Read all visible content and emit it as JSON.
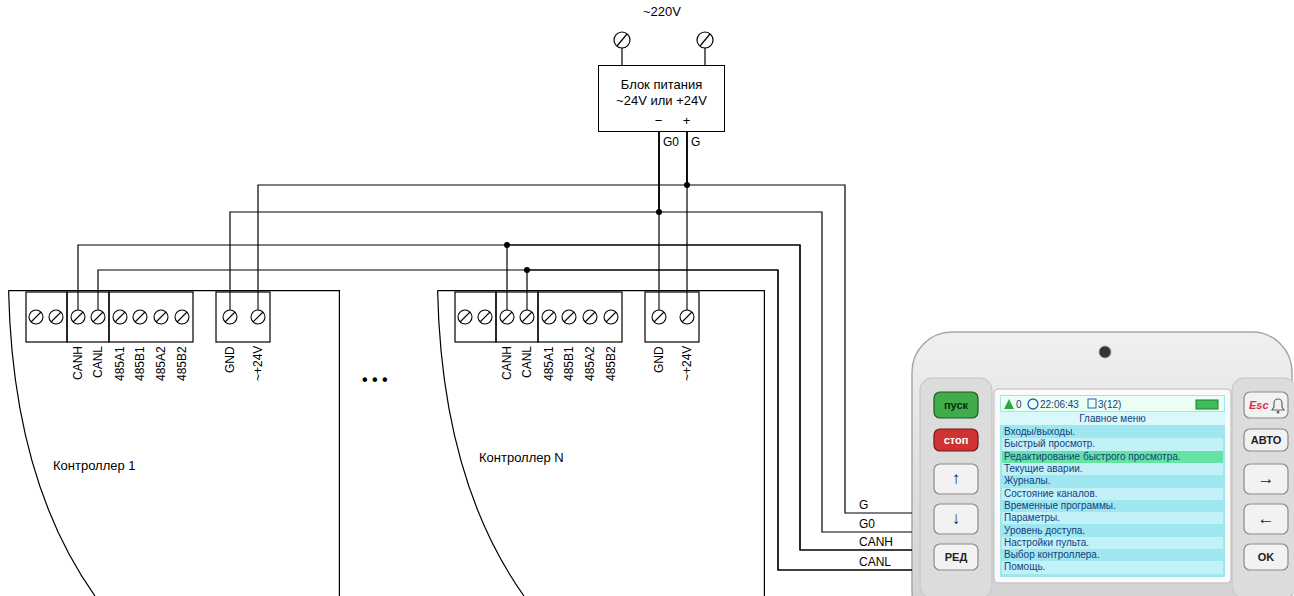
{
  "diagram": {
    "nodes": [
      {
        "text": [
          "Блок питания ~24V или +24V",
          "−",
          "+"
        ]
      },
      {
        "text": [
          "CANH",
          "CANL",
          "485A1",
          "485B1",
          "485A2",
          "485B2",
          "GND",
          "~+24V",
          "Контроллер 1"
        ]
      },
      {
        "text": [
          "CANH",
          "CANL",
          "485A1",
          "485B1",
          "485A2",
          "485B2",
          "GND",
          "~+24V",
          "Контроллер N"
        ]
      },
      {
        "text": [
          "пуск",
          "стоп",
          "↑",
          "↓",
          "РЕД",
          "0",
          "22:06:43",
          "3(12)",
          "Главное меню",
          "Входы/выходы.",
          "Быстрый просмотр.",
          "Редактирование быстрого просмотра.",
          "Текущие аварии.",
          "Журналы.",
          "Состояние каналов.",
          "Временные программы.",
          "Параметры.",
          "Уровень доступа.",
          "Настройки пульта.",
          "Выбор контроллера.",
          "Помощь.",
          "Esc",
          "АВТО",
          "→",
          "←",
          "OK"
        ]
      }
    ],
    "edges": [
      {
        "from": 0,
        "to": 1,
        "arrow": "none"
      },
      {
        "from": 0,
        "to": 1,
        "arrow": "none"
      },
      {
        "from": 0,
        "to": 2,
        "arrow": "none"
      },
      {
        "from": 0,
        "to": 2,
        "arrow": "none"
      },
      {
        "from": 0,
        "to": 3,
        "label": "G",
        "arrow": "none"
      },
      {
        "from": 0,
        "to": 3,
        "label": "G0",
        "arrow": "none"
      },
      {
        "from": 1,
        "to": 3,
        "label": "CANH",
        "arrow": "none"
      },
      {
        "from": 1,
        "to": 3,
        "label": "CANL",
        "arrow": "none"
      },
      {
        "from": 2,
        "to": 3,
        "arrow": "none"
      },
      {
        "from": 2,
        "to": 3,
        "arrow": "none"
      }
    ],
    "labels": [
      "~220V",
      "G0",
      "G",
      "• • •"
    ]
  }
}
